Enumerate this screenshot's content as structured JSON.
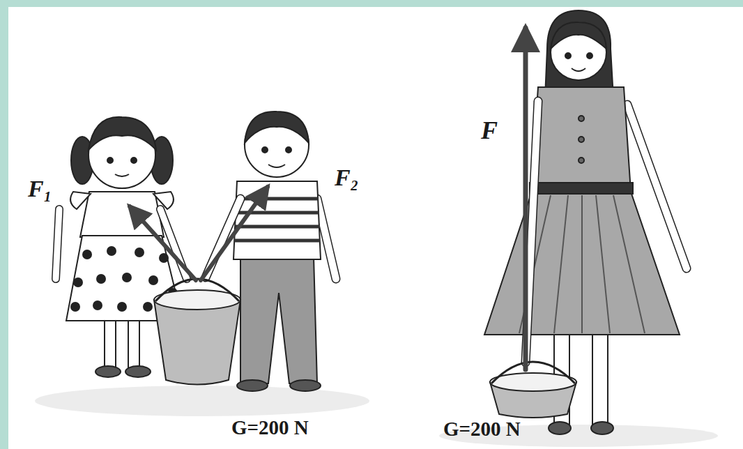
{
  "diagram": {
    "labels": [
      "F₁",
      "F₂",
      "G=200 N",
      "F",
      "G=200 N"
    ]
  }
}
